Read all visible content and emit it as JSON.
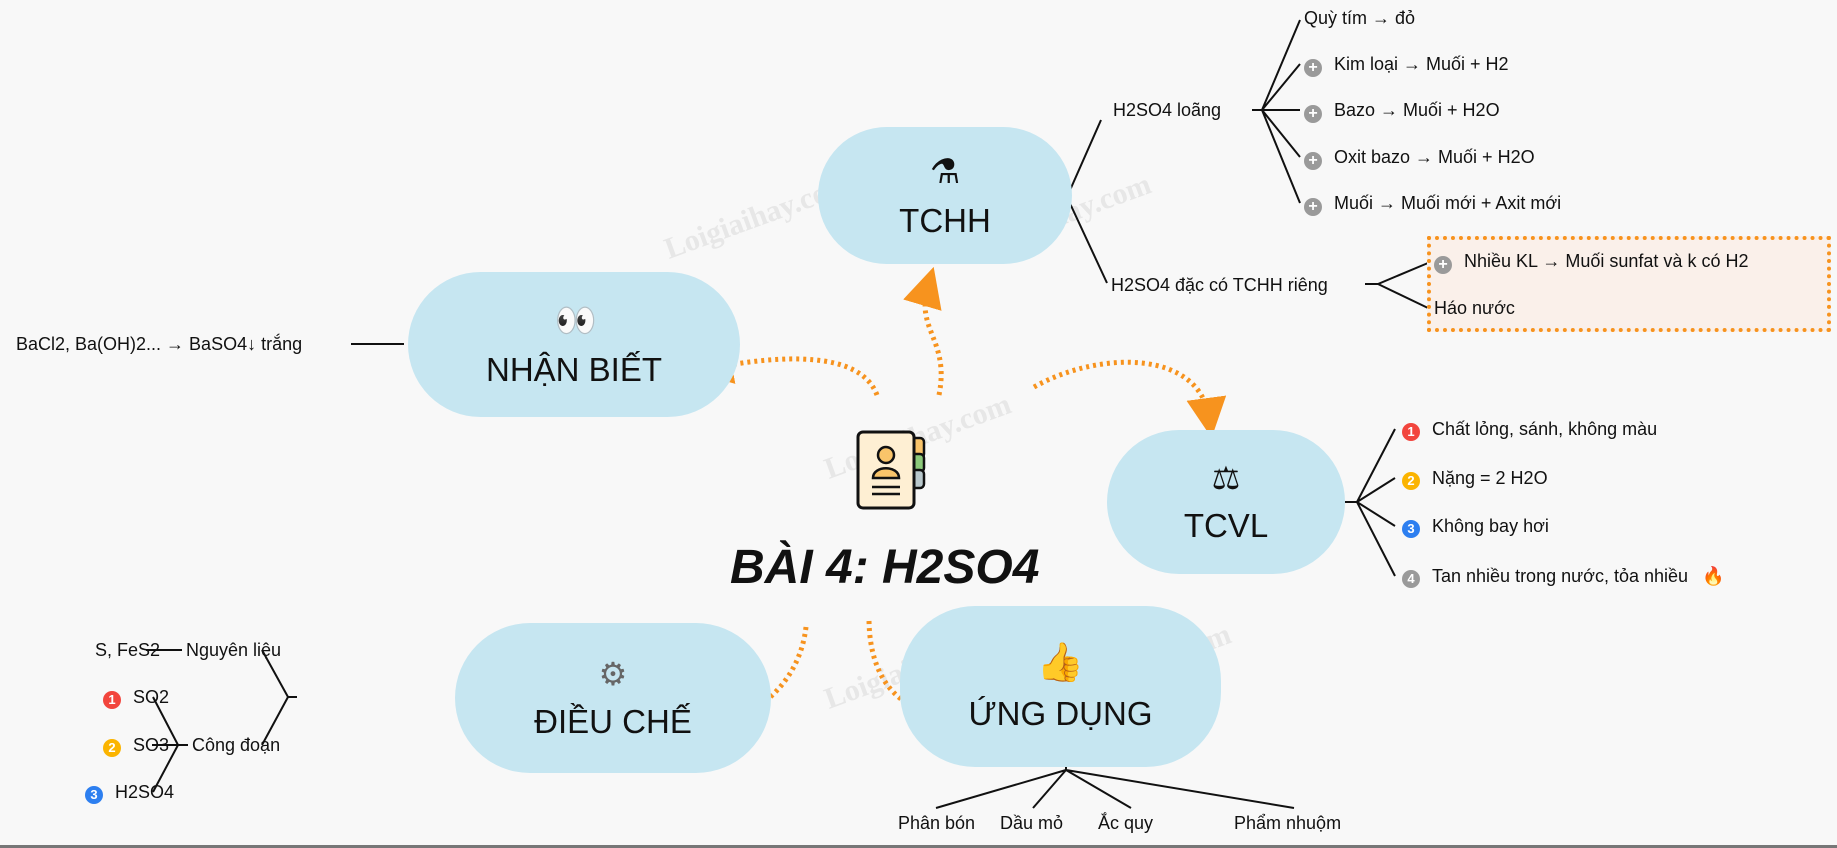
{
  "title": "BÀI 4: H2SO4",
  "watermark": "Loigiaihay.com",
  "colors": {
    "bubble": "#c6e6f1",
    "arrow": "#f7931e",
    "num1": "#f2453d",
    "num2": "#fbb400",
    "num3": "#2d7ff0",
    "num4": "#9a9a9a"
  },
  "tchh": {
    "label": "TCHH",
    "loang": {
      "label": "H2SO4 loãng",
      "items": [
        "Quỳ tím → đỏ",
        "Kim loại → Muối + H2",
        "Bazo → Muối + H2O",
        "Oxit bazo → Muối + H2O",
        "Muối → Muối mới + Axit mới"
      ]
    },
    "dac": {
      "label": "H2SO4 đặc có TCHH riêng",
      "items": [
        "Nhiều KL → Muối sunfat và k có H2",
        "Háo nước"
      ]
    }
  },
  "nhan_biet": {
    "label": "NHẬN BIẾT",
    "items": [
      "BaCl2, Ba(OH)2... → BaSO4↓ trắng"
    ]
  },
  "tcvl": {
    "label": "TCVL",
    "items": [
      {
        "num": "1",
        "text": "Chất lỏng, sánh, không màu"
      },
      {
        "num": "2",
        "text": "Nặng = 2 H2O"
      },
      {
        "num": "3",
        "text": "Không bay hơi"
      },
      {
        "num": "4",
        "text": "Tan nhiều trong nước, tỏa nhiều"
      }
    ]
  },
  "dieu_che": {
    "label": "ĐIỀU CHẾ",
    "nguyen_lieu": {
      "label": "Nguyên liệu",
      "value": "S, FeS2"
    },
    "cong_doan": {
      "label": "Công đoạn",
      "steps": [
        {
          "num": "1",
          "text": "SO2"
        },
        {
          "num": "2",
          "text": "SO3"
        },
        {
          "num": "3",
          "text": "H2SO4"
        }
      ]
    }
  },
  "ung_dung": {
    "label": "ỨNG DỤNG",
    "items": [
      "Phân bón",
      "Dầu mỏ",
      "Ắc quy",
      "Phẩm nhuộm"
    ]
  }
}
